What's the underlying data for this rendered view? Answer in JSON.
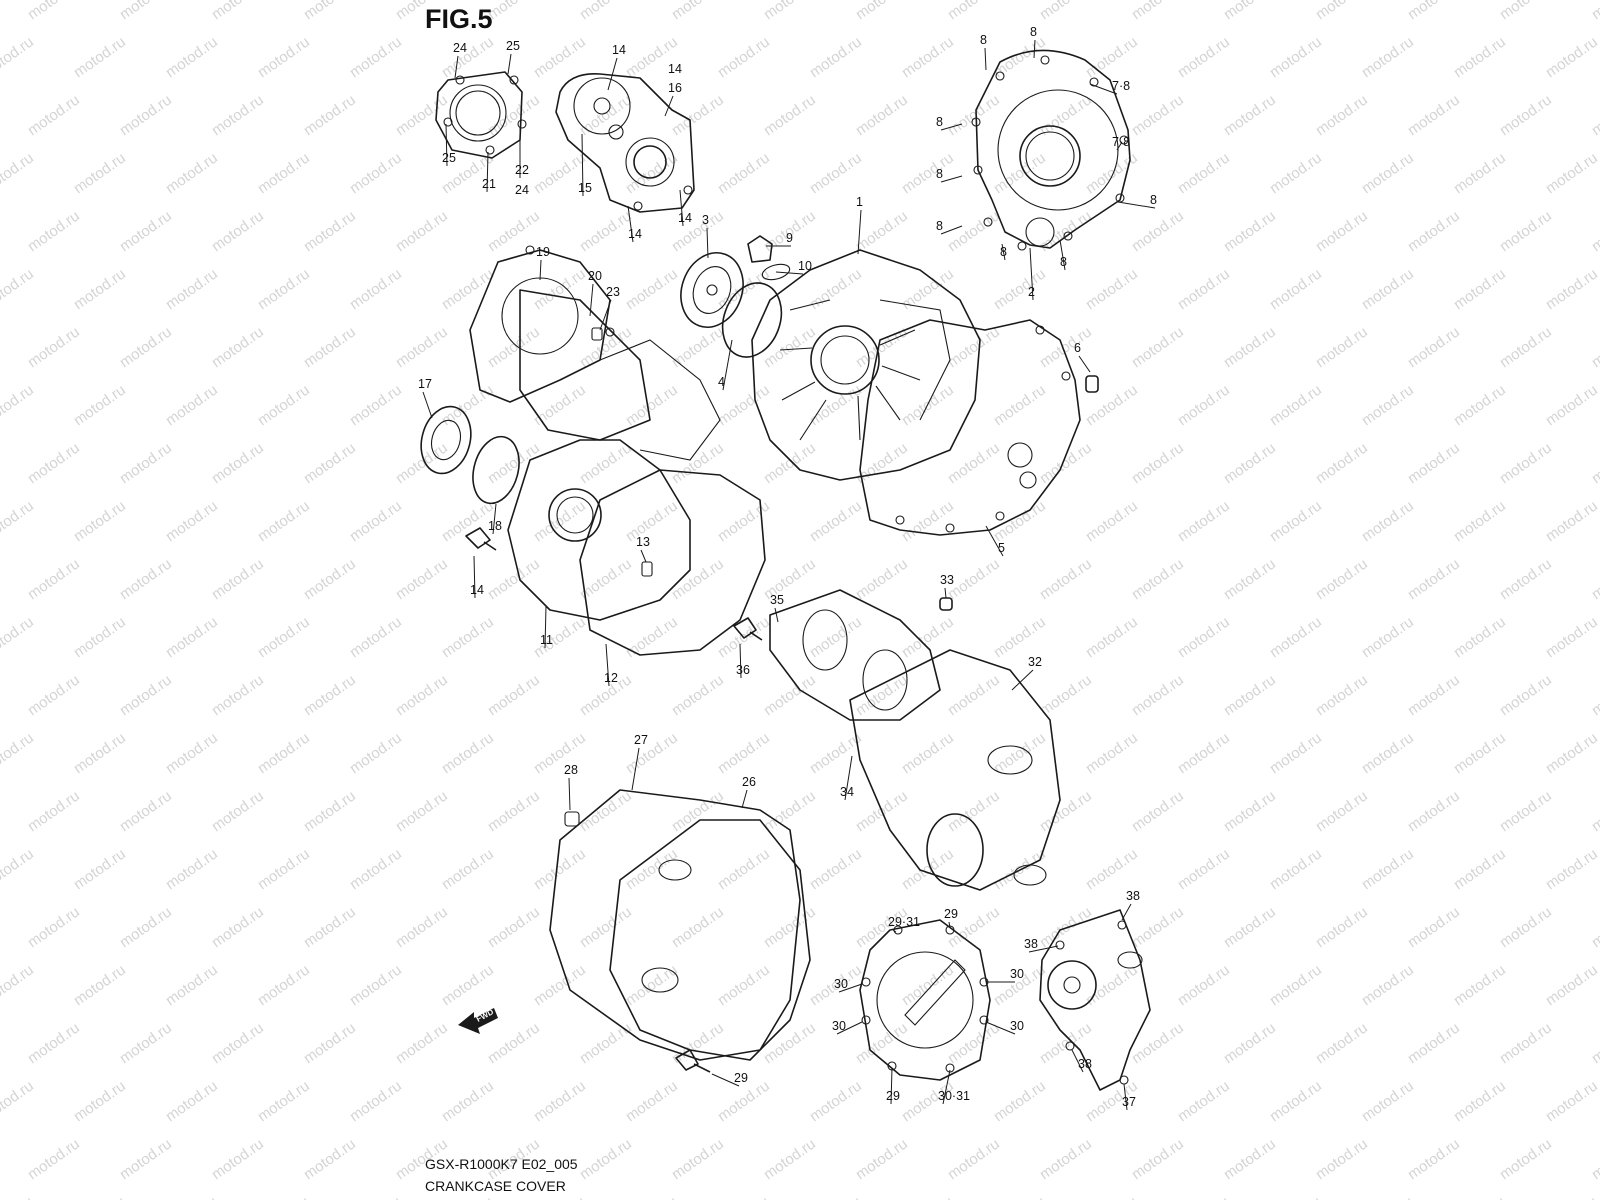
{
  "figure": {
    "title": "FIG.5",
    "model_code": "GSX-R1000K7 E02_005",
    "caption": "CRANKCASE COVER",
    "watermark": "motod.ru",
    "direction_label": "FWD"
  },
  "callouts": [
    "1",
    "2",
    "3",
    "4",
    "5",
    "6",
    "7·8",
    "8",
    "9",
    "10",
    "11",
    "12",
    "13",
    "14",
    "15",
    "16",
    "17",
    "18",
    "19",
    "20",
    "21",
    "22",
    "23",
    "24",
    "25",
    "26",
    "27",
    "28",
    "29",
    "29·31",
    "30",
    "30·31",
    "32",
    "33",
    "34",
    "35",
    "36",
    "37",
    "38"
  ],
  "colors": {
    "line": "#1a1a1a",
    "background": "#ffffff",
    "watermark": "#d4d4d4"
  }
}
